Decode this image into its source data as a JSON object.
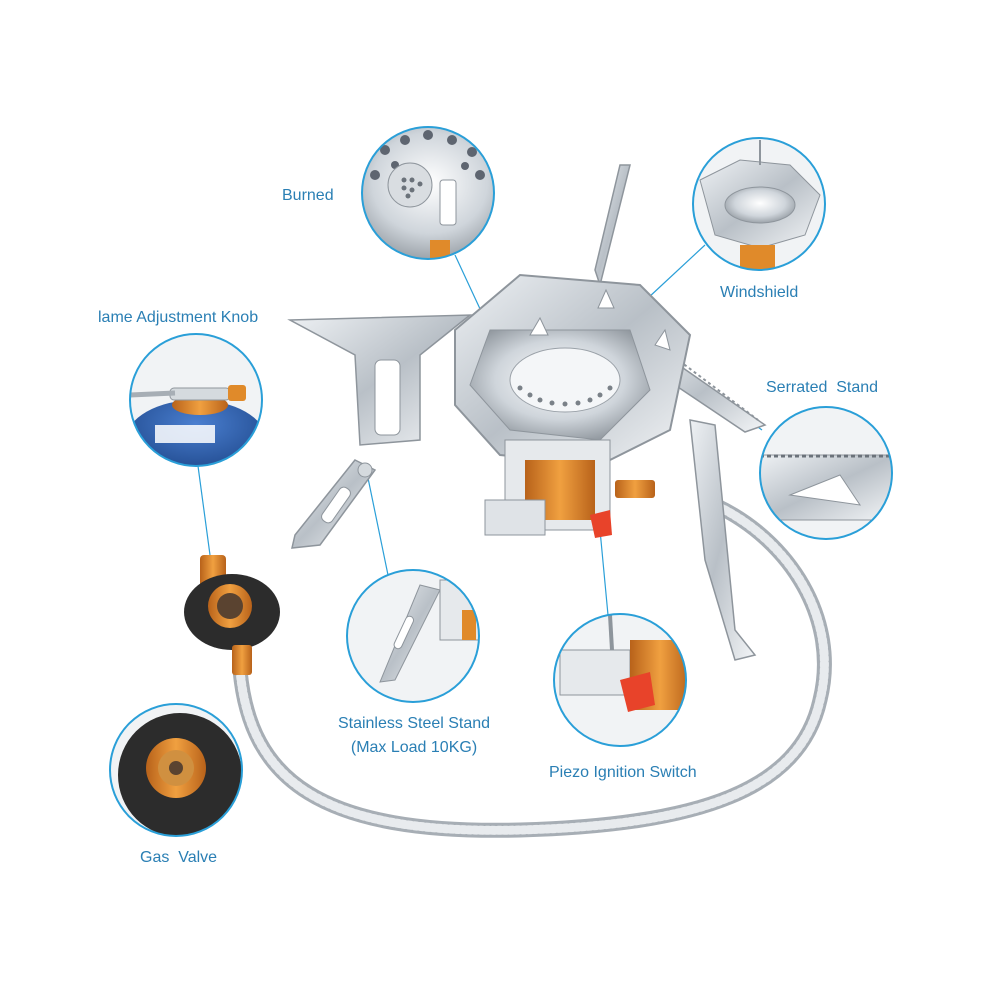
{
  "callouts": {
    "burner": "Burned",
    "windshield": "Windshield",
    "flame_knob": "lame Adjustment Knob",
    "serrated_stand": "Serrated  Stand",
    "steel_stand_line1": "Stainless Steel Stand",
    "steel_stand_line2": "(Max Load 10KG)",
    "piezo": "Piezo Ignition Switch",
    "gas_valve": "Gas  Valve"
  },
  "colors": {
    "label": "#2a7fb4",
    "callout_ring": "#2a9fd8",
    "steel": "#c9ced4",
    "steel_dark": "#8e959c",
    "brass_orange": "#e08a2a",
    "igniter_red": "#e8432a",
    "canister_blue": "#1d4fa0"
  }
}
